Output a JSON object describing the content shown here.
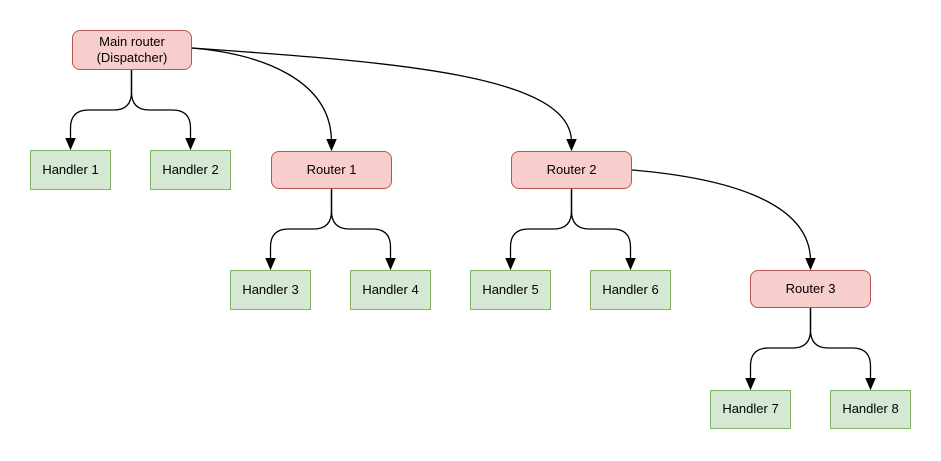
{
  "colors": {
    "router_fill": "#f8cecc",
    "router_border": "#b85450",
    "handler_fill": "#d5e8d4",
    "handler_border": "#82b366",
    "edge": "#000000"
  },
  "nodes": {
    "main_router": {
      "label": "Main router\n(Dispatcher)",
      "type": "router"
    },
    "handler1": {
      "label": "Handler 1",
      "type": "handler"
    },
    "handler2": {
      "label": "Handler 2",
      "type": "handler"
    },
    "router1": {
      "label": "Router 1",
      "type": "router"
    },
    "router2": {
      "label": "Router 2",
      "type": "router"
    },
    "handler3": {
      "label": "Handler 3",
      "type": "handler"
    },
    "handler4": {
      "label": "Handler 4",
      "type": "handler"
    },
    "handler5": {
      "label": "Handler 5",
      "type": "handler"
    },
    "handler6": {
      "label": "Handler 6",
      "type": "handler"
    },
    "router3": {
      "label": "Router 3",
      "type": "router"
    },
    "handler7": {
      "label": "Handler 7",
      "type": "handler"
    },
    "handler8": {
      "label": "Handler 8",
      "type": "handler"
    }
  },
  "edges": [
    {
      "from": "Main router (Dispatcher)",
      "to": "Handler 1"
    },
    {
      "from": "Main router (Dispatcher)",
      "to": "Handler 2"
    },
    {
      "from": "Main router (Dispatcher)",
      "to": "Router 1"
    },
    {
      "from": "Main router (Dispatcher)",
      "to": "Router 2"
    },
    {
      "from": "Router 1",
      "to": "Handler 3"
    },
    {
      "from": "Router 1",
      "to": "Handler 4"
    },
    {
      "from": "Router 2",
      "to": "Handler 5"
    },
    {
      "from": "Router 2",
      "to": "Handler 6"
    },
    {
      "from": "Router 2",
      "to": "Router 3"
    },
    {
      "from": "Router 3",
      "to": "Handler 7"
    },
    {
      "from": "Router 3",
      "to": "Handler 8"
    }
  ]
}
